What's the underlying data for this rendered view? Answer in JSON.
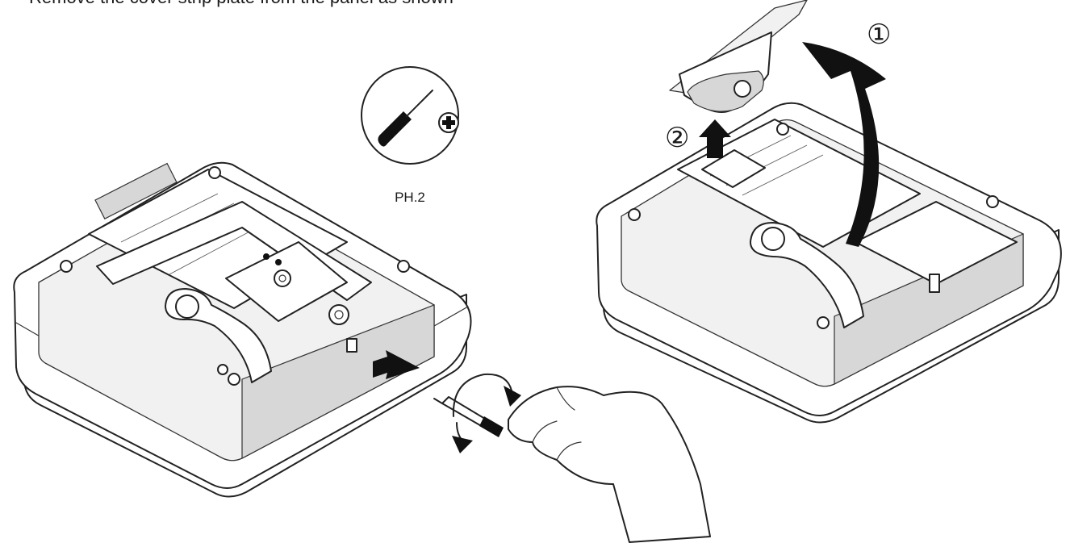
{
  "header": {
    "cropped_text": "Remove the cover strip plate from the panel as shown"
  },
  "tool": {
    "label": "PH.2",
    "icon": "phillips-screwdriver-icon"
  },
  "steps": [
    {
      "marker": "①",
      "action": "swing cover plate up"
    },
    {
      "marker": "②",
      "action": "lift cover plate out"
    }
  ],
  "colors": {
    "line": "#222222",
    "fill": "#ffffff",
    "arrow": "#111111"
  }
}
